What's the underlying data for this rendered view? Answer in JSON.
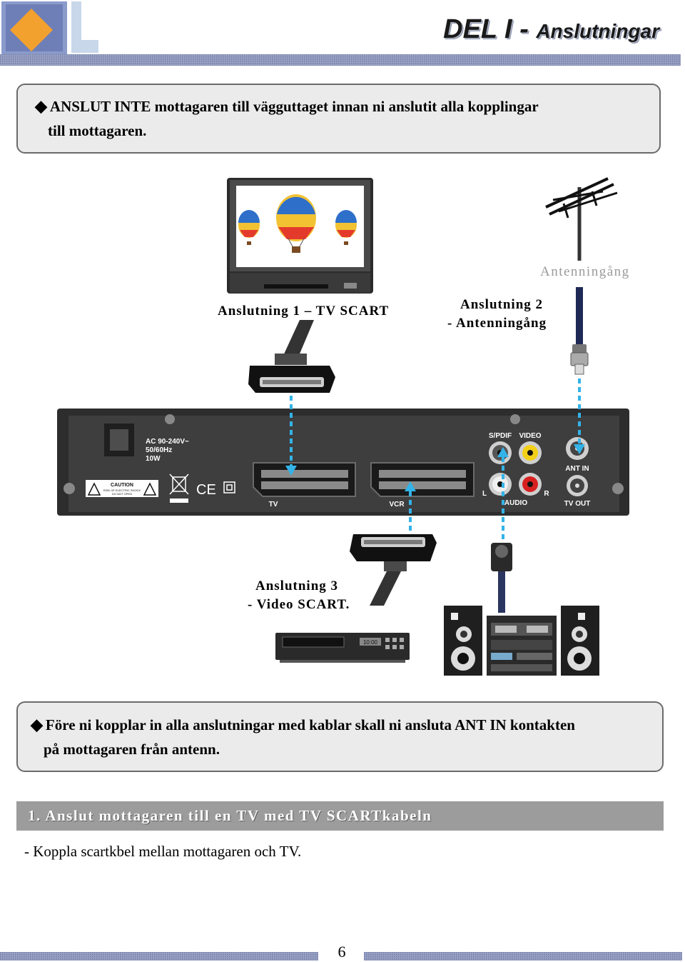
{
  "header": {
    "title_main": "DEL I - ",
    "title_sub": "Anslutningar"
  },
  "notes": {
    "warning_line1": "ANSLUT INTE mottagaren till vägguttaget innan ni anslutit alla kopplingar",
    "warning_line2": "till mottagaren.",
    "info_line1": "Före ni kopplar in alla anslutningar med kablar skall ni ansluta ANT IN kontakten",
    "info_line2": "på mottagaren från antenn."
  },
  "diagram": {
    "antenna_label": "Antenningång",
    "connection1": "Anslutning 1 – TV SCART",
    "connection2_line1": "Anslutning 2",
    "connection2_line2": "- Antenningång",
    "connection3_line1": "Anslutning 3",
    "connection3_line2": "- Video SCART.",
    "panel": {
      "power_line1": "AC 90-240V~",
      "power_line2": "50/60Hz",
      "power_line3": "10W",
      "caution": "CAUTION",
      "caution_sub1": "RISK OF ELECTRIC SHOCK",
      "caution_sub2": "DO NOT OPEN",
      "ce": "CE",
      "tv": "TV",
      "vcr": "VCR",
      "spdif": "S/PDIF",
      "video": "VIDEO",
      "ant_in": "ANT IN",
      "audio": "AUDIO",
      "left": "L",
      "right": "R",
      "tv_out": "TV OUT"
    },
    "vcr_display": "10:00"
  },
  "section": {
    "heading": "1. Anslut mottagaren till en TV med TV SCARTkabeln",
    "body": "- Koppla scartkbel mellan mottagaren och TV."
  },
  "footer": {
    "page_number": "6"
  },
  "colors": {
    "header_bar": "#8a93b6",
    "logo_blue": "#8a9acb",
    "logo_orange": "#f2a02e",
    "arrow_blue": "#33b3e8",
    "section_bar": "#9c9c9c"
  }
}
